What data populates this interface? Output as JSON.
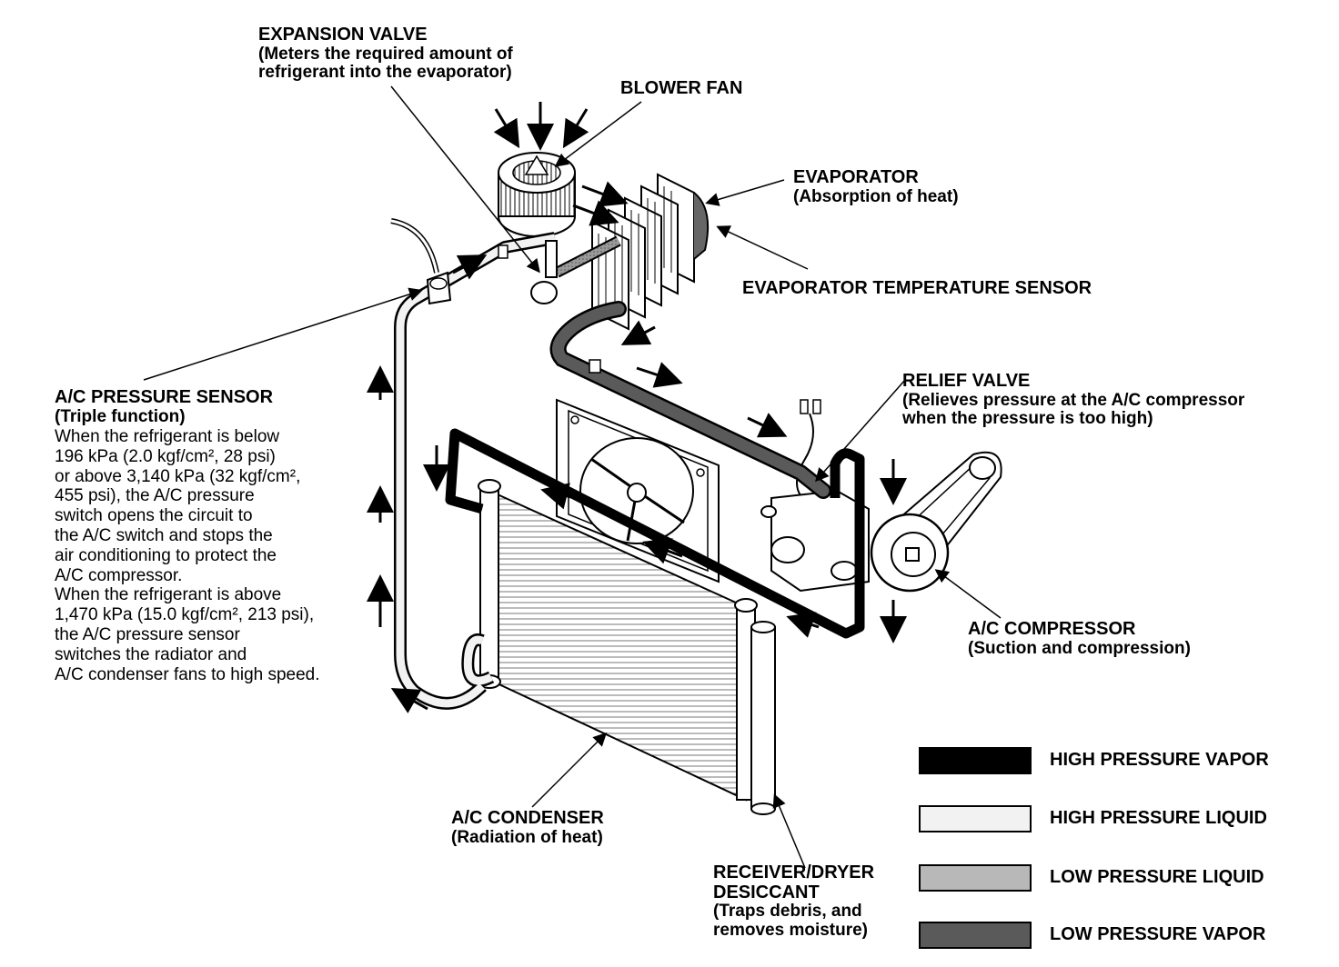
{
  "labels": {
    "expansion_valve": {
      "title": "EXPANSION VALVE",
      "desc_line1": "(Meters the required amount of",
      "desc_line2": "refrigerant into the evaporator)"
    },
    "blower_fan": {
      "title": "BLOWER FAN"
    },
    "evaporator": {
      "title": "EVAPORATOR",
      "desc": "(Absorption of heat)"
    },
    "evaporator_temp_sensor": {
      "title": "EVAPORATOR TEMPERATURE SENSOR"
    },
    "relief_valve": {
      "title": "RELIEF VALVE",
      "desc_line1": "(Relieves pressure at the A/C compressor",
      "desc_line2": "when the pressure is too high)"
    },
    "pressure_sensor": {
      "title": "A/C PRESSURE SENSOR",
      "subtitle": "(Triple function)",
      "lines": [
        "When the refrigerant is below",
        "196 kPa (2.0 kgf/cm², 28 psi)",
        "or above 3,140 kPa (32 kgf/cm²,",
        "455 psi), the A/C pressure",
        "switch opens the circuit to",
        "the A/C switch and stops the",
        "air conditioning to protect the",
        "A/C compressor.",
        "When the refrigerant is above",
        "1,470 kPa (15.0 kgf/cm², 213 psi),",
        "the A/C pressure sensor",
        "switches the radiator and",
        "A/C condenser fans to high speed."
      ]
    },
    "compressor": {
      "title": "A/C COMPRESSOR",
      "desc": "(Suction and compression)"
    },
    "condenser": {
      "title": "A/C CONDENSER",
      "desc": "(Radiation of heat)"
    },
    "receiver_dryer": {
      "title_line1": "RECEIVER/DRYER",
      "title_line2": "DESICCANT",
      "desc_line1": "(Traps debris, and",
      "desc_line2": "removes moisture)"
    }
  },
  "legend": [
    {
      "label": "HIGH PRESSURE VAPOR",
      "color": "#000000"
    },
    {
      "label": "HIGH PRESSURE LIQUID",
      "color": "#f2f2f2"
    },
    {
      "label": "LOW PRESSURE LIQUID",
      "color": "#b8b8b8"
    },
    {
      "label": "LOW PRESSURE VAPOR",
      "color": "#5a5a5a"
    }
  ],
  "colors": {
    "line": "#000000",
    "high_pressure_vapor": "#000000",
    "high_pressure_liquid": "#f2f2f2",
    "low_pressure_liquid": "#b8b8b8",
    "low_pressure_vapor": "#5a5a5a"
  }
}
